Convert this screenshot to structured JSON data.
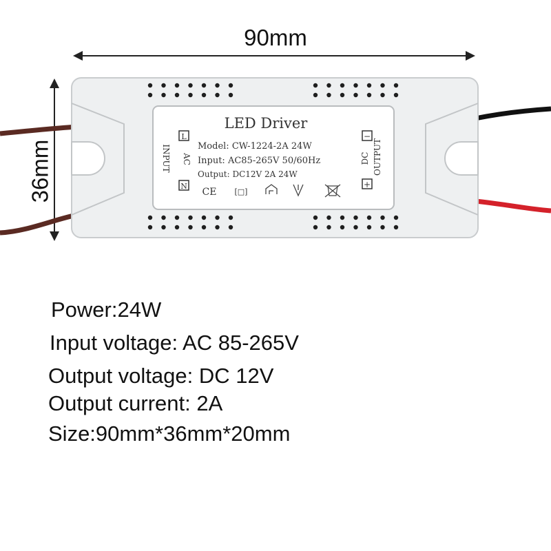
{
  "dimensions": {
    "width": "90mm",
    "height": "36mm"
  },
  "label": {
    "title": "LED Driver",
    "model": "Model: CW-1224-2A 24W",
    "input": "Input: AC85-265V 50/60Hz",
    "output": "Output: DC12V 2A 24W",
    "input_side": "INPUT",
    "input_ac": "AC",
    "terminal_l": "L",
    "terminal_n": "N",
    "output_side": "OUTPUT",
    "output_dc": "DC",
    "terminal_minus": "−",
    "terminal_plus": "+",
    "cert_ce": "CE",
    "cert_class2": "[□]"
  },
  "specs": {
    "power": "Power:24W",
    "input_voltage": "Input voltage: AC 85-265V",
    "output_voltage": "Output voltage: DC 12V",
    "output_current": "Output current: 2A",
    "size": "Size:90mm*36mm*20mm"
  },
  "colors": {
    "wire_brown": "#5a2a22",
    "wire_black": "#111111",
    "wire_red": "#d4212a",
    "case": "#eef0f1",
    "vent": "#1f1f1f"
  }
}
